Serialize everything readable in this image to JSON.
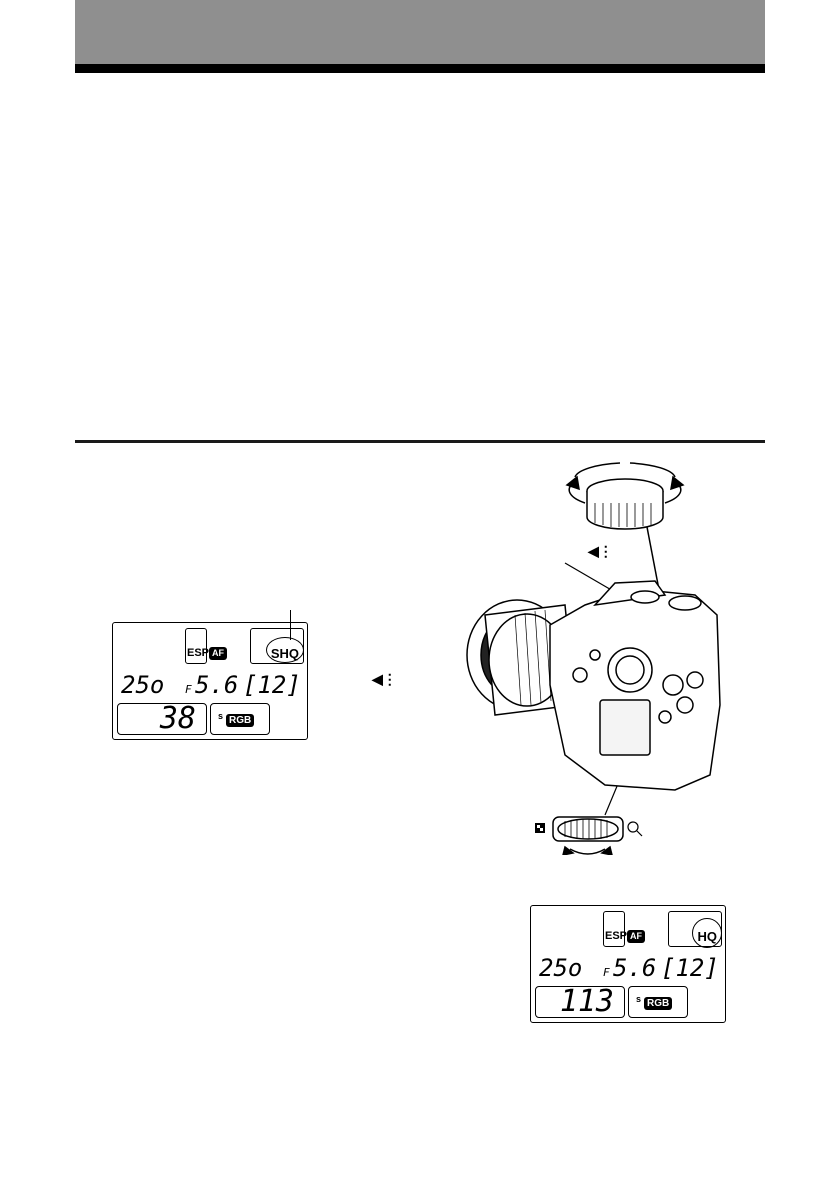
{
  "lcd_panels": [
    {
      "metering": "ESP",
      "focus": "AF",
      "quality": "SHQ",
      "shutter": "25o",
      "f_mark": "F",
      "aperture": "5.6",
      "frames": "[12]",
      "count": "38",
      "color_space_prefix": "s",
      "color_space": "RGB"
    },
    {
      "metering": "ESP",
      "focus": "AF",
      "quality": "HQ",
      "shutter": "25o",
      "f_mark": "F",
      "aperture": "5.6",
      "frames": "[12]",
      "count": "113",
      "color_space_prefix": "s",
      "color_space": "RGB"
    }
  ],
  "icons": {
    "quality_dial_icon": "dotted-arrow-glyph",
    "camera": "camera-line-drawing",
    "sub_dial": "rotary-dial-with-arrows",
    "index_glyph": "checker-square",
    "magnify_glyph": "magnifier"
  },
  "colors": {
    "header_band": "#8f8f8f",
    "rule": "#000000"
  }
}
